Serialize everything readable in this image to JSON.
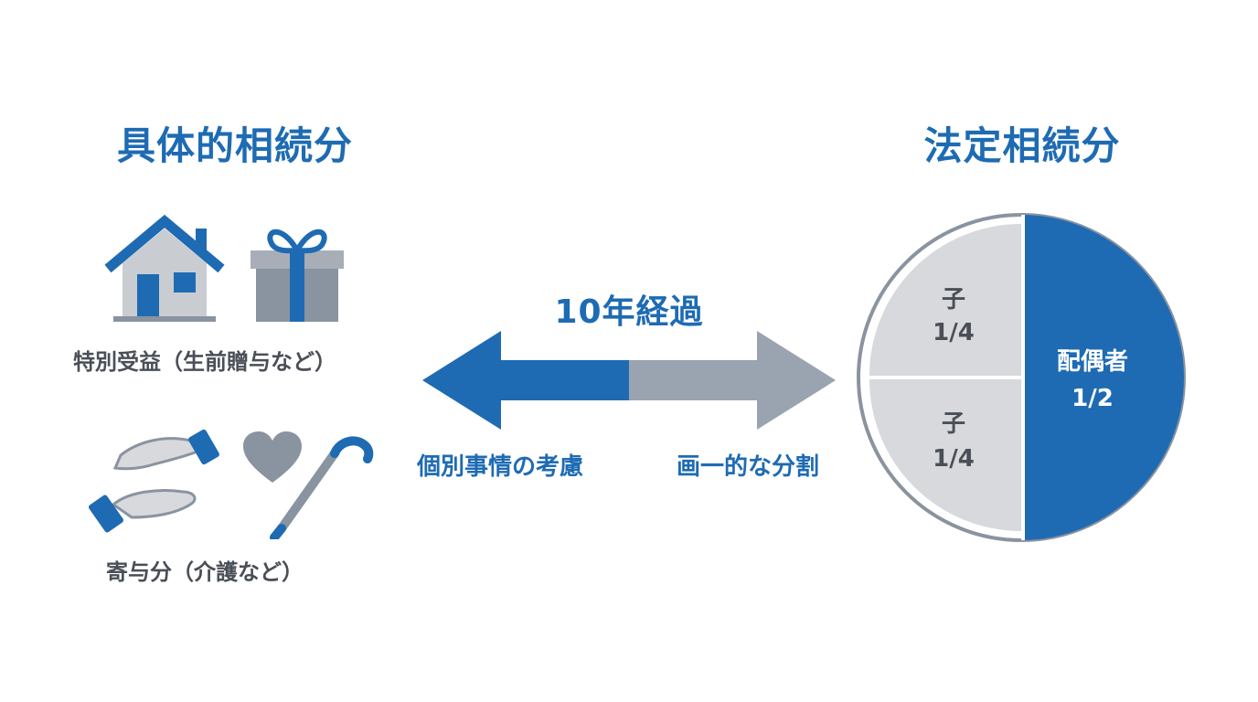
{
  "left": {
    "title": "具体的相続分",
    "special_benefit_label": "特別受益（生前贈与など）",
    "contribution_label": "寄与分（介護など）"
  },
  "middle": {
    "period_label": "10年経過",
    "left_caption": "個別事情の考慮",
    "right_caption": "画一的な分割"
  },
  "right": {
    "title": "法定相続分",
    "pie": [
      {
        "name": "配偶者",
        "share": "1/2",
        "value": 0.5,
        "color": "#1e6bb3"
      },
      {
        "name": "子",
        "share": "1/4",
        "value": 0.25,
        "color": "#d7d9dc"
      },
      {
        "name": "子",
        "share": "1/4",
        "value": 0.25,
        "color": "#d7d9dc"
      }
    ]
  },
  "colors": {
    "accent": "#1e6bb3",
    "gray": "#8a93a0",
    "text": "#4a4f57"
  },
  "icons": [
    "house-icon",
    "gift-icon",
    "hands-icon",
    "heart-icon",
    "cane-icon"
  ]
}
